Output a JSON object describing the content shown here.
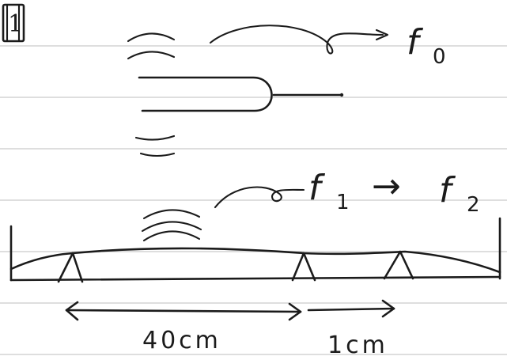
{
  "section_number": "1",
  "labels": {
    "fork_frequency": {
      "symbol": "f",
      "subscript": "0"
    },
    "wire_frequency_initial": {
      "symbol": "f",
      "subscript": "1"
    },
    "arrow": "→",
    "wire_frequency_final": {
      "symbol": "f",
      "subscript": "2"
    }
  },
  "measurements": {
    "left_span": "40cm",
    "right_shift": "1cm"
  },
  "colors": {
    "ink": "#1b1b1b",
    "ruled_lines": "#c9c9c9",
    "paper": "#ffffff"
  }
}
